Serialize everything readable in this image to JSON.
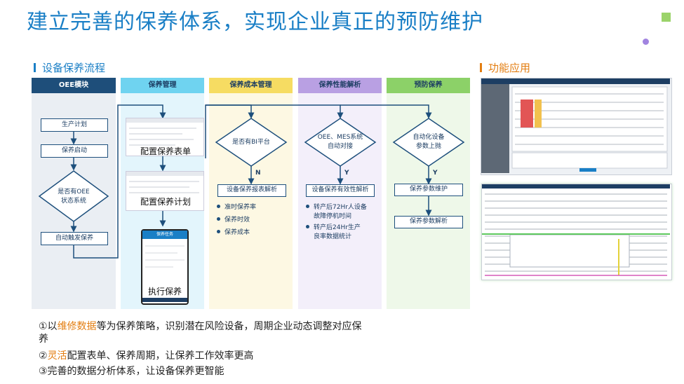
{
  "title": "建立完善的保养体系，实现企业真正的预防维护",
  "process_section": {
    "label": "设备保养流程",
    "accent": "#1a7fc6"
  },
  "function_section": {
    "label": "功能应用",
    "accent": "#e37e12"
  },
  "columns": [
    {
      "header": "OEE模块",
      "color": "#1e4e7a"
    },
    {
      "header": "保养管理",
      "color": "#6fd3f0"
    },
    {
      "header": "保养成本管理",
      "color": "#f6dc62"
    },
    {
      "header": "保养性能解析",
      "color": "#b9a0e3"
    },
    {
      "header": "预防保养",
      "color": "#8cd168"
    }
  ],
  "oee": {
    "production_plan": "生产计划",
    "maintenance_start": "保养启动",
    "decision_oee": "是否有OEE\n状态系统",
    "auto_trigger": "自动触发保养"
  },
  "mgmt": {
    "config_form": "配置保养表单",
    "config_plan": "配置保养计划",
    "execute": "执行保养",
    "mobile_header": "保养任务"
  },
  "cost": {
    "decision": "是否有BI平台",
    "branch": "N",
    "report": "设备保养报表解析",
    "bullets": [
      "准时保养率",
      "保养时效",
      "保养成本"
    ]
  },
  "perf": {
    "decision": "OEE、MES系统\n自动对接",
    "branch": "Y",
    "analysis": "设备保养有效性解析",
    "bullets": [
      "转产后72Hr人设备\n故障停机时间",
      "转产后24Hr生产\n良率数据统计"
    ]
  },
  "prev": {
    "decision": "自动化设备\n参数上抛",
    "branch": "Y",
    "maintain": "保养参数维护",
    "analyze": "保养参数解析"
  },
  "statements": {
    "s1_prefix": "①以",
    "s1_highlight": "维修数据",
    "s1_rest": "等为保养策略，识别潜在风险设备，周期企业动态调整对应保",
    "s1_wrap": "养",
    "s2_prefix": "②",
    "s2_highlight": "灵活",
    "s2_rest": "配置表单、保养周期，让保养工作效率更高",
    "s3": "③完善的数据分析体系，让设备保养更智能"
  }
}
